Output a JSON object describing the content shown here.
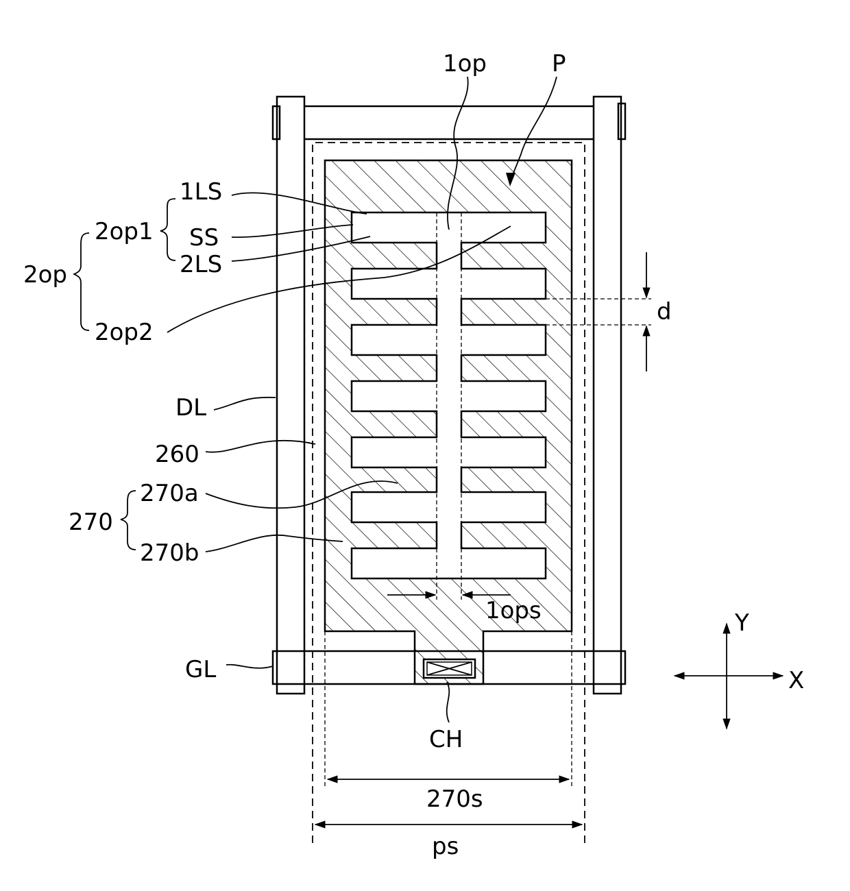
{
  "labels": {
    "p_1op": "1op",
    "p_P": "P",
    "p_1LS": "1LS",
    "p_2op1": "2op1",
    "p_SS": "SS",
    "p_2LS": "2LS",
    "p_2op": "2op",
    "p_2op2": "2op2",
    "p_d": "d",
    "p_DL": "DL",
    "p_260": "260",
    "p_270a": "270a",
    "p_270": "270",
    "p_270b": "270b",
    "p_1ops": "1ops",
    "p_Y": "Y",
    "p_X": "X",
    "p_GL": "GL",
    "p_CH": "CH",
    "p_270s": "270s",
    "p_ps": "ps"
  }
}
